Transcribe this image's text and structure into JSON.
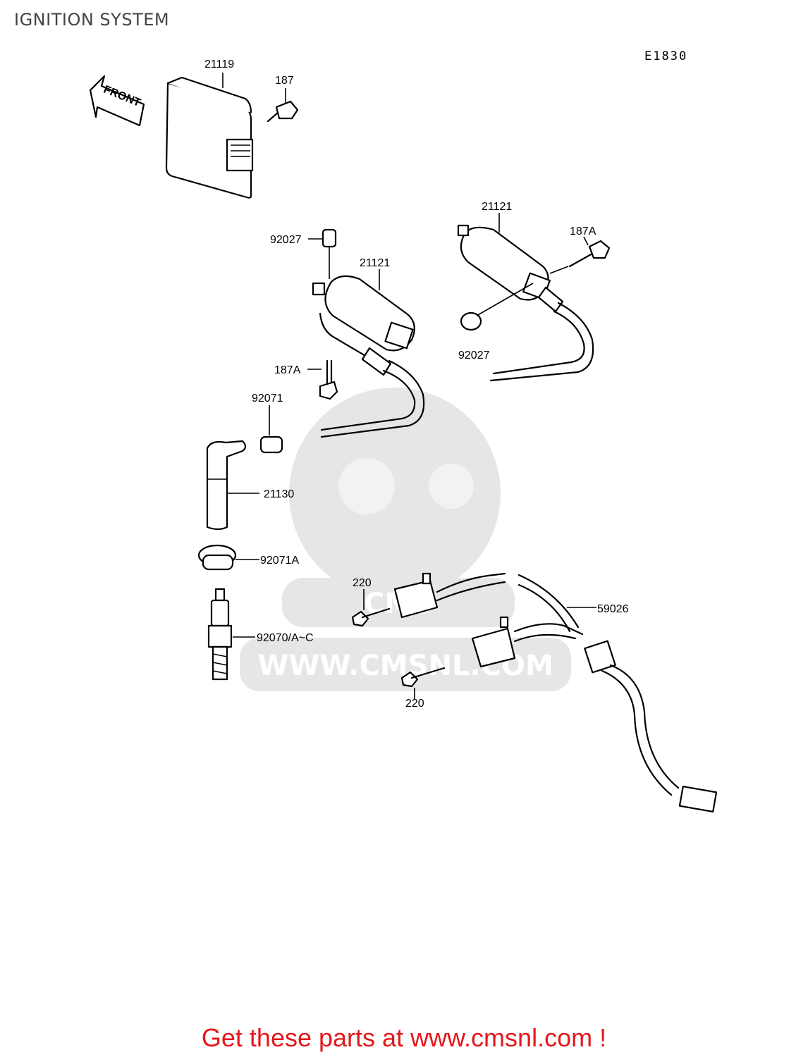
{
  "header": {
    "title": "IGNITION SYSTEM",
    "diagram_code": "E1830"
  },
  "front_arrow": {
    "label": "FRONT"
  },
  "watermark": {
    "text": "WWW.CMSNL.COM",
    "logo": "CMS"
  },
  "callouts": [
    {
      "id": "c21119",
      "label": "21119"
    },
    {
      "id": "c187",
      "label": "187"
    },
    {
      "id": "c21121a",
      "label": "21121"
    },
    {
      "id": "c187a_right",
      "label": "187A"
    },
    {
      "id": "c92027_left",
      "label": "92027"
    },
    {
      "id": "c21121b",
      "label": "21121"
    },
    {
      "id": "c92027_right",
      "label": "92027"
    },
    {
      "id": "c187a_left",
      "label": "187A"
    },
    {
      "id": "c92071",
      "label": "92071"
    },
    {
      "id": "c21130",
      "label": "21130"
    },
    {
      "id": "c92071a",
      "label": "92071A"
    },
    {
      "id": "c92070",
      "label": "92070/A~C"
    },
    {
      "id": "c220_top",
      "label": "220"
    },
    {
      "id": "c59026",
      "label": "59026"
    },
    {
      "id": "c220_bottom",
      "label": "220"
    }
  ],
  "footer": {
    "text": "Get these parts at www.cmsnl.com !"
  }
}
